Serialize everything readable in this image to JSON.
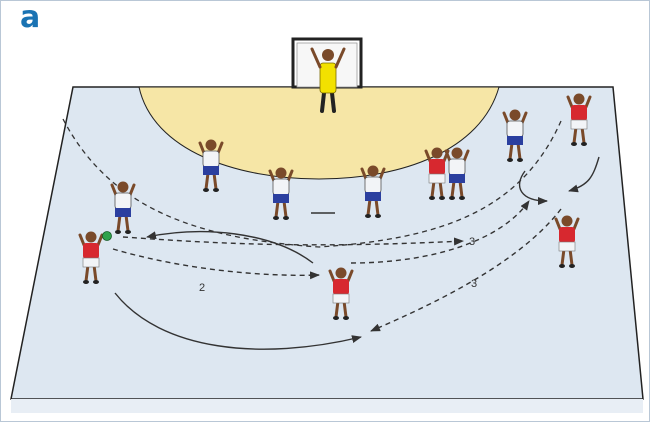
{
  "panel_label": "a",
  "pass_labels": [
    "2",
    "3",
    "3"
  ],
  "colors": {
    "court": "#dde7f1",
    "goal_area": "#f6e6a6",
    "attacker_shirt": "#d7282f",
    "defender_shirt": "#f2f4f7",
    "defender_shorts": "#2b3f9f",
    "goalkeeper_shirt": "#f2e100",
    "ball": "#2fa24b",
    "accent": "#1a73b3"
  },
  "icons": [
    "handball-player-icon",
    "goalkeeper-icon",
    "ball-icon"
  ]
}
